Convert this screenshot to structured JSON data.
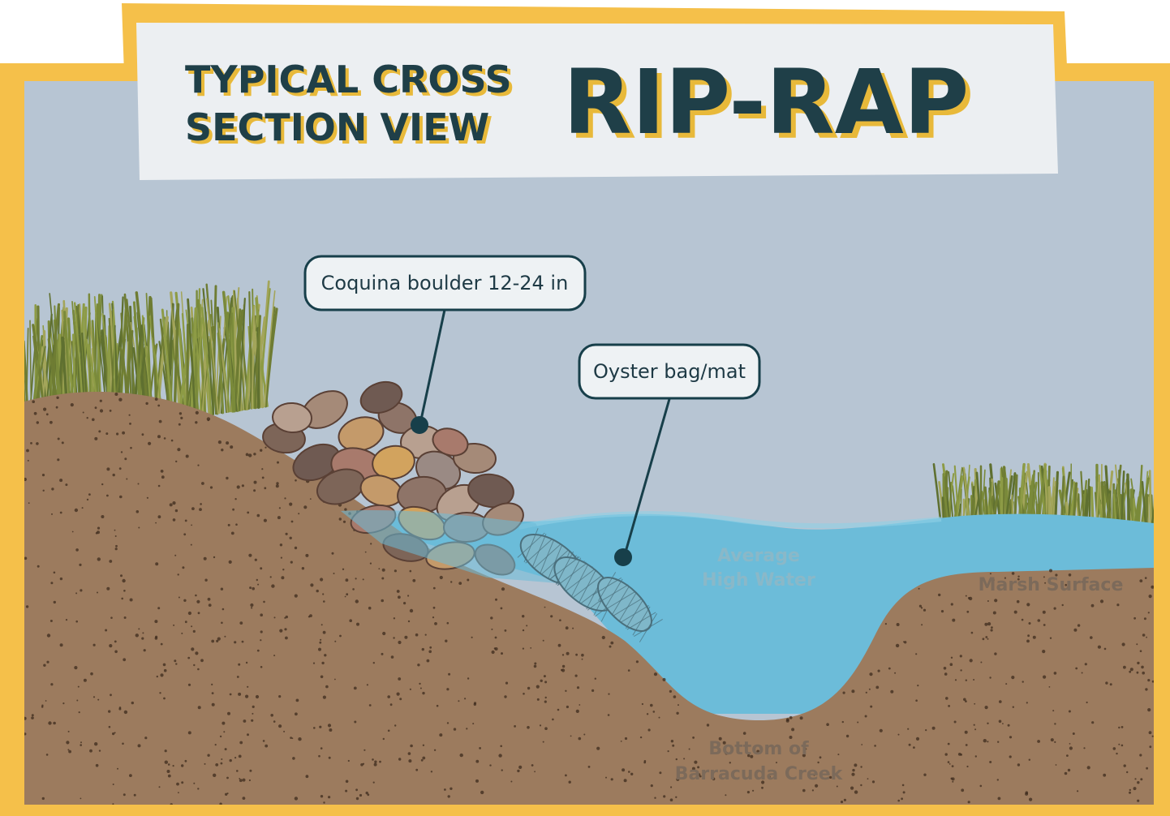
{
  "title": {
    "subtitle_line1": "TYPICAL CROSS",
    "subtitle_line2": "SECTION VIEW",
    "main": "RIP-RAP"
  },
  "callouts": {
    "boulder": "Coquina boulder 12-24 in",
    "oyster": "Oyster bag/mat"
  },
  "labels": {
    "high_water_line1": "Average",
    "high_water_line2": "High Water",
    "marsh": "Marsh Surface",
    "bottom_line1": "Bottom of",
    "bottom_line2": "Barracuda Creek"
  },
  "colors": {
    "frame": "#f5c04a",
    "sky": "#b7c5d3",
    "soil": "#9c7b5e",
    "water": "#6cbcd9",
    "grass": "#7a8a3a",
    "title_text": "#1f3f48",
    "title_shadow": "#e8b93a"
  }
}
